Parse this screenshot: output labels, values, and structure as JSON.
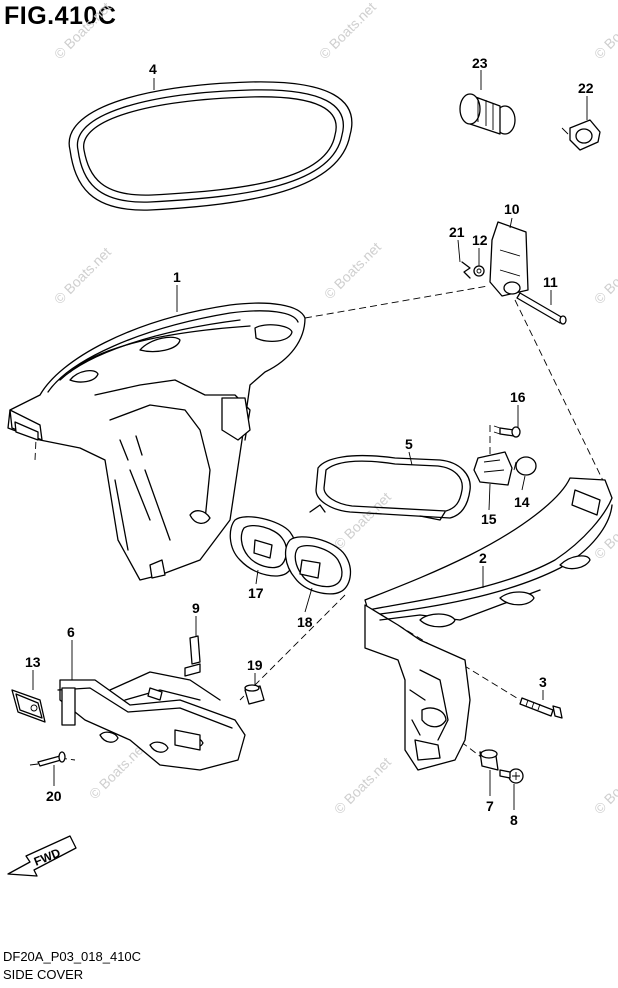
{
  "figure": {
    "title": "FIG.410C"
  },
  "footer": {
    "code": "DF20A_P03_018_410C",
    "name": "SIDE COVER"
  },
  "watermark": {
    "text": "© Boats.net",
    "color": "#cfcfcf"
  },
  "arrow": {
    "label": "FWD"
  },
  "callouts": [
    {
      "id": "c4",
      "text": "4"
    },
    {
      "id": "c23",
      "text": "23"
    },
    {
      "id": "c22",
      "text": "22"
    },
    {
      "id": "c10",
      "text": "10"
    },
    {
      "id": "c21",
      "text": "21"
    },
    {
      "id": "c12",
      "text": "12"
    },
    {
      "id": "c11",
      "text": "11"
    },
    {
      "id": "c1",
      "text": "1"
    },
    {
      "id": "c16",
      "text": "16"
    },
    {
      "id": "c5",
      "text": "5"
    },
    {
      "id": "c14",
      "text": "14"
    },
    {
      "id": "c15",
      "text": "15"
    },
    {
      "id": "c2",
      "text": "2"
    },
    {
      "id": "c17",
      "text": "17"
    },
    {
      "id": "c18",
      "text": "18"
    },
    {
      "id": "c9",
      "text": "9"
    },
    {
      "id": "c6",
      "text": "6"
    },
    {
      "id": "c13",
      "text": "13"
    },
    {
      "id": "c19",
      "text": "19"
    },
    {
      "id": "c3",
      "text": "3"
    },
    {
      "id": "c20",
      "text": "20"
    },
    {
      "id": "c7",
      "text": "7"
    },
    {
      "id": "c8",
      "text": "8"
    }
  ]
}
